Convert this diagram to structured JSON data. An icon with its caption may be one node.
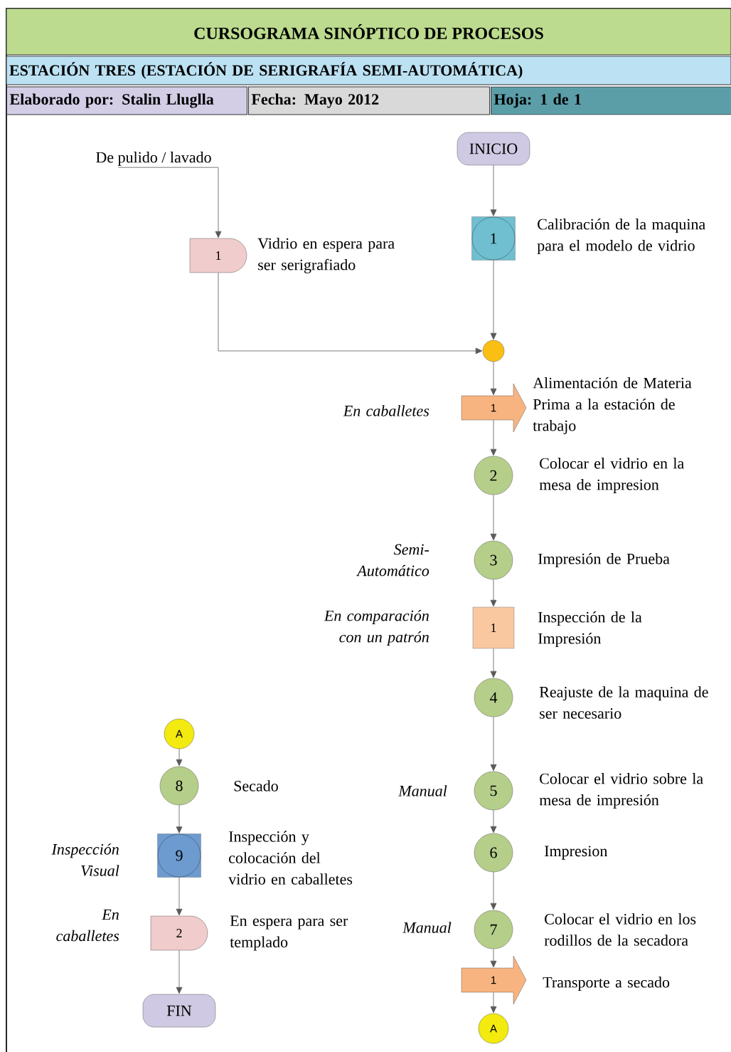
{
  "diagram": {
    "title": "CURSOGRAMA SINÓPTICO DE PROCESOS",
    "nodes": [
      {
        "text": [
          "De pulido / lavado"
        ]
      },
      {
        "text": [
          "1"
        ],
        "beside": [
          "Vidrio en espera para ser serigrafiado"
        ]
      },
      {
        "text": [
          "INICIO"
        ]
      },
      {
        "text": [
          "1"
        ],
        "beside": [
          "Calibración de la maquina para el modelo de vidrio"
        ]
      },
      {
        "text": [],
        "shape": "circle"
      },
      {
        "text": [
          "1"
        ],
        "beside": [
          "Alimentación de Materia Prima a la estación de trabajo",
          "En caballetes"
        ]
      },
      {
        "text": [
          "2"
        ],
        "beside": [
          "Colocar el vidrio en la mesa de impresion"
        ]
      },
      {
        "text": [
          "3"
        ],
        "beside": [
          "Impresión de Prueba",
          "Semi- Automático"
        ]
      },
      {
        "text": [
          "1"
        ],
        "beside": [
          "Inspección de la Impresión",
          "En comparación con un patrón"
        ]
      },
      {
        "text": [
          "4"
        ],
        "beside": [
          "Reajuste de la maquina de ser necesario"
        ]
      },
      {
        "text": [
          "5"
        ],
        "beside": [
          "Colocar el vidrio sobre la mesa de impresión",
          "Manual"
        ]
      },
      {
        "text": [
          "6"
        ],
        "beside": [
          "Impresion"
        ]
      },
      {
        "text": [
          "7"
        ],
        "beside": [
          "Colocar el vidrio en los rodillos de la secadora",
          "Manual"
        ]
      },
      {
        "text": [
          "1"
        ],
        "beside": [
          "Transporte a secado"
        ]
      },
      {
        "text": [
          "A"
        ]
      },
      {
        "text": [
          "A"
        ]
      },
      {
        "text": [
          "8"
        ],
        "beside": [
          "Secado"
        ]
      },
      {
        "text": [
          "9"
        ],
        "beside": [
          "Inspección y colocación del vidrio en caballetes",
          "Inspección Visual"
        ]
      },
      {
        "text": [
          "2"
        ],
        "beside": [
          "En espera para ser templado",
          "En caballetes"
        ]
      },
      {
        "text": [
          "FIN"
        ]
      }
    ],
    "edges": [
      {
        "from": 0,
        "to": 1,
        "arrow": "to"
      },
      {
        "from": 1,
        "to": 4,
        "arrow": "to"
      },
      {
        "from": 2,
        "to": 3,
        "arrow": "to"
      },
      {
        "from": 3,
        "to": 4,
        "arrow": "to"
      },
      {
        "from": 4,
        "to": 5,
        "arrow": "to"
      },
      {
        "from": 5,
        "to": 6,
        "arrow": "to"
      },
      {
        "from": 6,
        "to": 7,
        "arrow": "to"
      },
      {
        "from": 7,
        "to": 8,
        "arrow": "to"
      },
      {
        "from": 8,
        "to": 9,
        "arrow": "to"
      },
      {
        "from": 9,
        "to": 10,
        "arrow": "to"
      },
      {
        "from": 10,
        "to": 11,
        "arrow": "to"
      },
      {
        "from": 11,
        "to": 12,
        "arrow": "to"
      },
      {
        "from": 12,
        "to": 13,
        "arrow": "to"
      },
      {
        "from": 13,
        "to": 14,
        "arrow": "to"
      },
      {
        "from": 15,
        "to": 16,
        "arrow": "to"
      },
      {
        "from": 16,
        "to": 17,
        "arrow": "to"
      },
      {
        "from": 17,
        "to": 18,
        "arrow": "to"
      },
      {
        "from": 18,
        "to": 19,
        "arrow": "to"
      }
    ],
    "labels": [
      "ESTACIÓN TRES (ESTACIÓN DE SERIGRAFÍA SEMI-AUTOMÁTICA)",
      "Elaborado por: Stalin Lluglla",
      "Fecha: Mayo  2012",
      "Hoja: 1 de 1"
    ]
  }
}
